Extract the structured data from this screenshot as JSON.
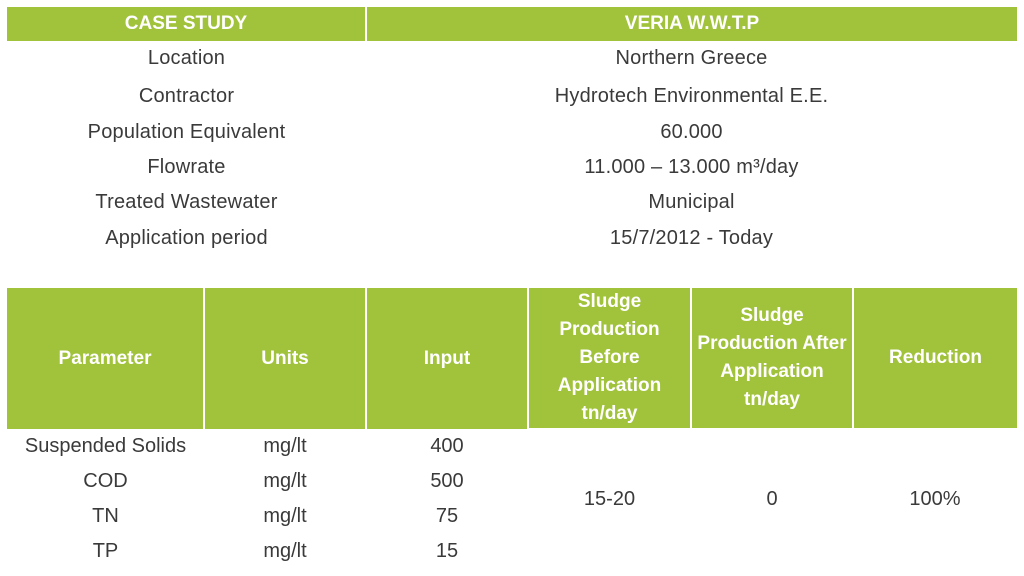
{
  "case_study": {
    "header_left": "CASE STUDY",
    "header_right": "VERIA W.W.T.P",
    "rows": [
      {
        "label": "Location",
        "value": "Northern Greece"
      },
      {
        "label": "Contractor",
        "value": "Hydrotech Environmental E.E."
      },
      {
        "label": "Population Equivalent",
        "value": "60.000"
      },
      {
        "label": "Flowrate",
        "value": "11.000 – 13.000 m³/day"
      },
      {
        "label": "Treated Wastewater",
        "value": "Municipal"
      },
      {
        "label": "Application period",
        "value": "15/7/2012 - Today"
      }
    ]
  },
  "parameters": {
    "headers": {
      "parameter": "Parameter",
      "units": "Units",
      "input": "Input",
      "sludge_before": "Sludge Production Before Application tn/day",
      "sludge_after": "Sludge Production After Application tn/day",
      "reduction": "Reduction"
    },
    "rows": [
      {
        "parameter": "Suspended Solids",
        "units": "mg/lt",
        "input": "400"
      },
      {
        "parameter": "COD",
        "units": "mg/lt",
        "input": "500"
      },
      {
        "parameter": "TN",
        "units": "mg/lt",
        "input": "75"
      },
      {
        "parameter": "TP",
        "units": "mg/lt",
        "input": "15"
      }
    ],
    "sludge_before": "15-20",
    "sludge_after": "0",
    "reduction": "100%"
  },
  "colors": {
    "header_bg": "#a1c23b",
    "header_text": "#ffffff",
    "body_text": "#3a3a3a"
  }
}
